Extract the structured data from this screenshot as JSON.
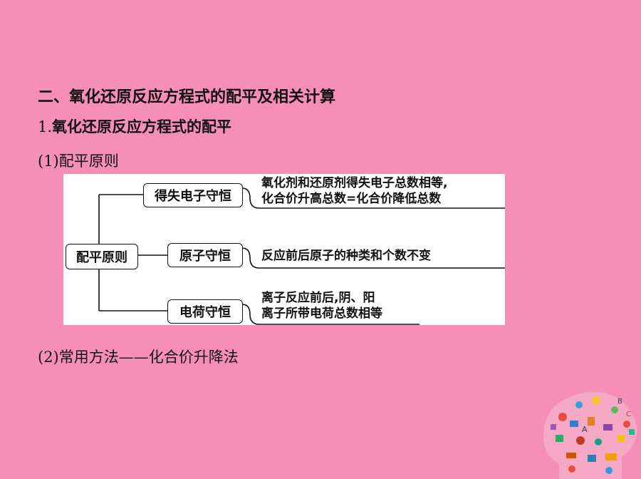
{
  "heading": "二、氧化还原反应方程式的配平及相关计算",
  "sub1": {
    "num": "1.",
    "text": "氧化还原反应方程式的配平"
  },
  "sub2": "(1)配平原则",
  "diagram": {
    "root": "配平原则",
    "branches": [
      {
        "label": "得失电子守恒",
        "desc": [
          "氧化剂和还原剂得失电子总数相等,",
          "化合价升高总数=化合价降低总数"
        ]
      },
      {
        "label": "原子守恒",
        "desc": [
          "反应前后原子的种类和个数不变"
        ]
      },
      {
        "label": "电荷守恒",
        "desc": [
          "离子反应前后,阴、阳",
          "离子所带电荷总数相等"
        ]
      }
    ]
  },
  "sub3": "(2)常用方法——化合价升降法",
  "decoration": {
    "icon": "colorful-head-silhouette-icon"
  }
}
